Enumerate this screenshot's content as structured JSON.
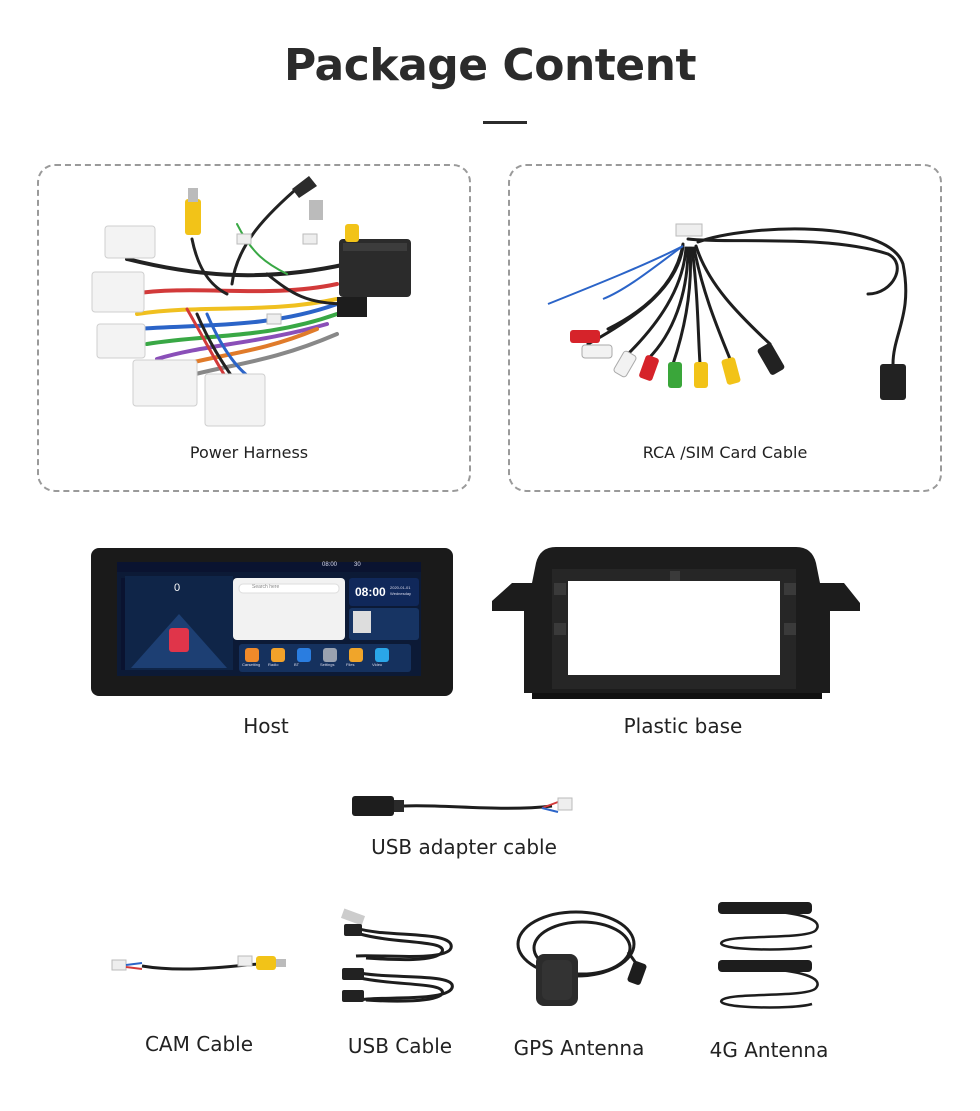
{
  "page": {
    "title": "Package Content"
  },
  "items": {
    "power_harness": "Power Harness",
    "rca_sim_cable": "RCA /SIM Card Cable",
    "host": "Host",
    "plastic_base": "Plastic base",
    "usb_adapter_cable": "USB adapter cable",
    "cam_cable": "CAM Cable",
    "usb_cable": "USB Cable",
    "gps_antenna": "GPS Antenna",
    "antenna_4g": "4G Antenna"
  },
  "screen": {
    "time": "08:00",
    "date": "2020-01-01",
    "weekday": "Wednesday",
    "status_time": "08:00",
    "volume": "30",
    "speed": "0",
    "search_hint": "Search here",
    "apps": [
      "Carsetting",
      "Radio",
      "BT",
      "Settings",
      "Files",
      "Video"
    ]
  },
  "colors": {
    "title": "#2b2b2b",
    "card_border": "#9a9a9a",
    "rca_red": "#d6232a",
    "rca_yellow": "#f2c318",
    "rca_green": "#3aa63a",
    "rca_white": "#f2f2f2"
  }
}
